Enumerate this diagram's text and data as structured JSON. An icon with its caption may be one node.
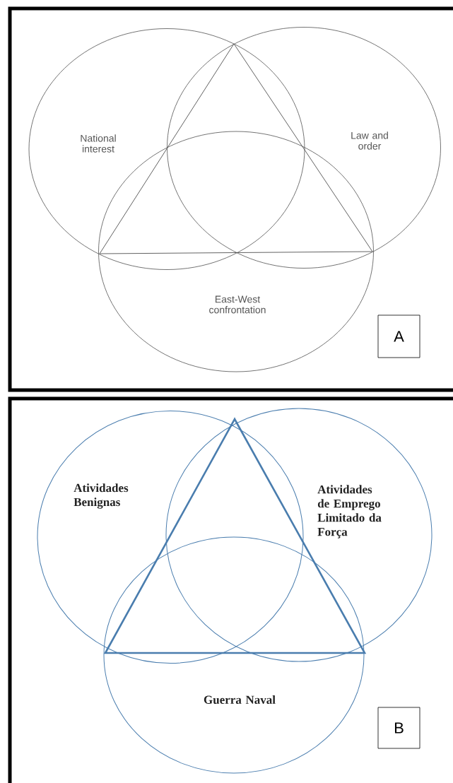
{
  "diagram": {
    "nodes": [
      {
        "text": [],
        "shape": "box"
      },
      {
        "text": [
          "National interest"
        ],
        "in": 0
      },
      {
        "text": [
          "Law and order"
        ],
        "in": 0
      },
      {
        "text": [
          "East-West confrontation"
        ],
        "in": 0
      },
      {
        "text": [
          "A"
        ],
        "in": 0
      },
      {
        "text": [],
        "shape": "box"
      },
      {
        "text": [
          "Atividades Benignas"
        ],
        "in": 5
      },
      {
        "text": [
          "Atividades de Emprego Limitado da Força"
        ],
        "in": 5
      },
      {
        "text": [
          "Guerra Naval"
        ],
        "in": 5
      },
      {
        "text": [
          "B"
        ],
        "in": 5
      },
      {
        "text": [],
        "shape": "triangle",
        "in": 0
      },
      {
        "text": [],
        "shape": "triangle",
        "in": 5
      }
    ]
  }
}
